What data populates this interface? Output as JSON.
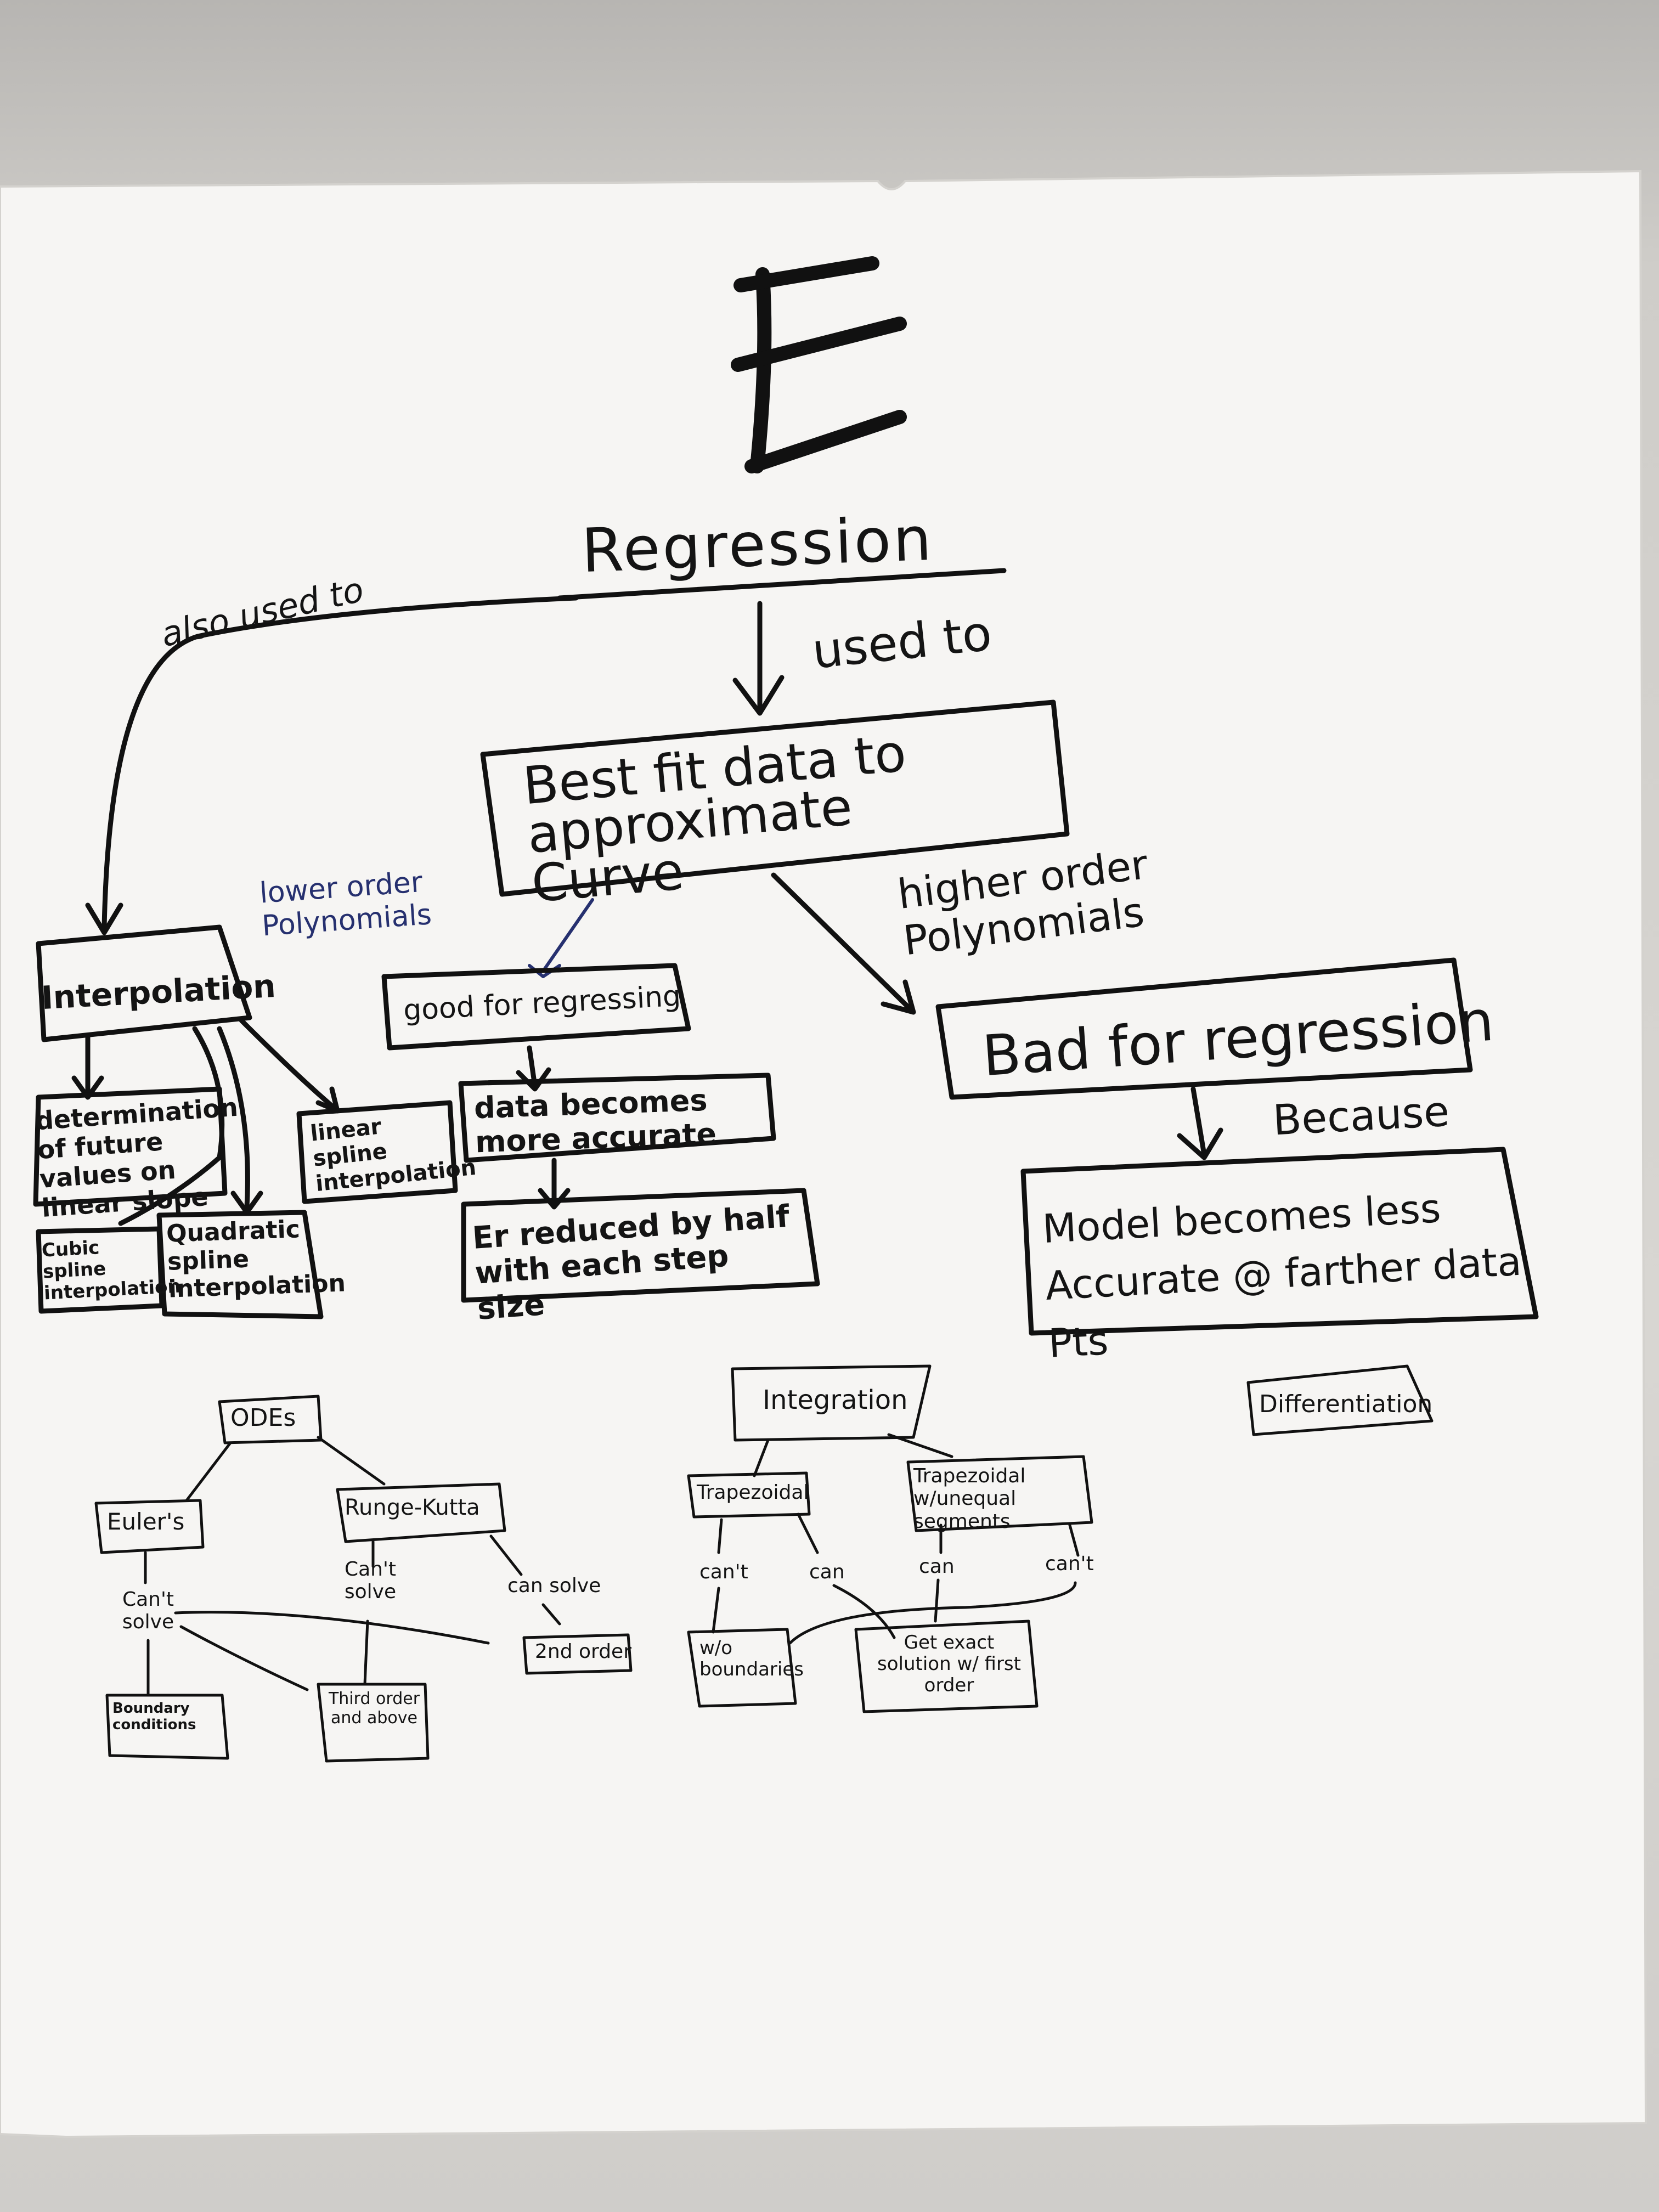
{
  "title_letter": "E",
  "nodes": {
    "regression": "Regression",
    "also_used_to": "also used to",
    "used_to": "used to",
    "best_fit": "Best fit data to approximate Curve",
    "lower_order": "lower order Polynomials",
    "higher_order": "higher order Polynomials",
    "interpolation": "Interpolation",
    "good_for_regressing": "good for regressing",
    "bad_for_regression": "Bad for regression",
    "because": "Because",
    "model_less_accurate": "Model becomes less Accurate @ farther data Pts",
    "determination": "determination of future values on linear slope",
    "linear_spline": "linear spline interpolation",
    "data_more_accurate": "data becomes more accurate",
    "er_reduced": "Er reduced by half with each step size",
    "cubic_spline": "Cubic spline interpolation",
    "quadratic_spline": "Quadratic spline interpolation",
    "odes": "ODEs",
    "eulers": "Euler's",
    "runge_kutta": "Runge-Kutta",
    "cant_solve_1": "Can't solve",
    "cant_solve_2": "Can't solve",
    "can_solve": "can solve",
    "second_order": "2nd order",
    "boundary_conditions": "Boundary conditions",
    "third_order": "Third order and above",
    "integration": "Integration",
    "trapezoidal": "Trapezoidal",
    "trapezoidal_unequal": "Trapezoidal w/unequal segments",
    "cant_1": "can't",
    "can_1": "can",
    "can_2": "can",
    "cant_2": "can't",
    "wo_boundaries": "w/o boundaries",
    "exact_solution": "Get exact solution w/ first order",
    "differentiation": "Differentiation"
  }
}
